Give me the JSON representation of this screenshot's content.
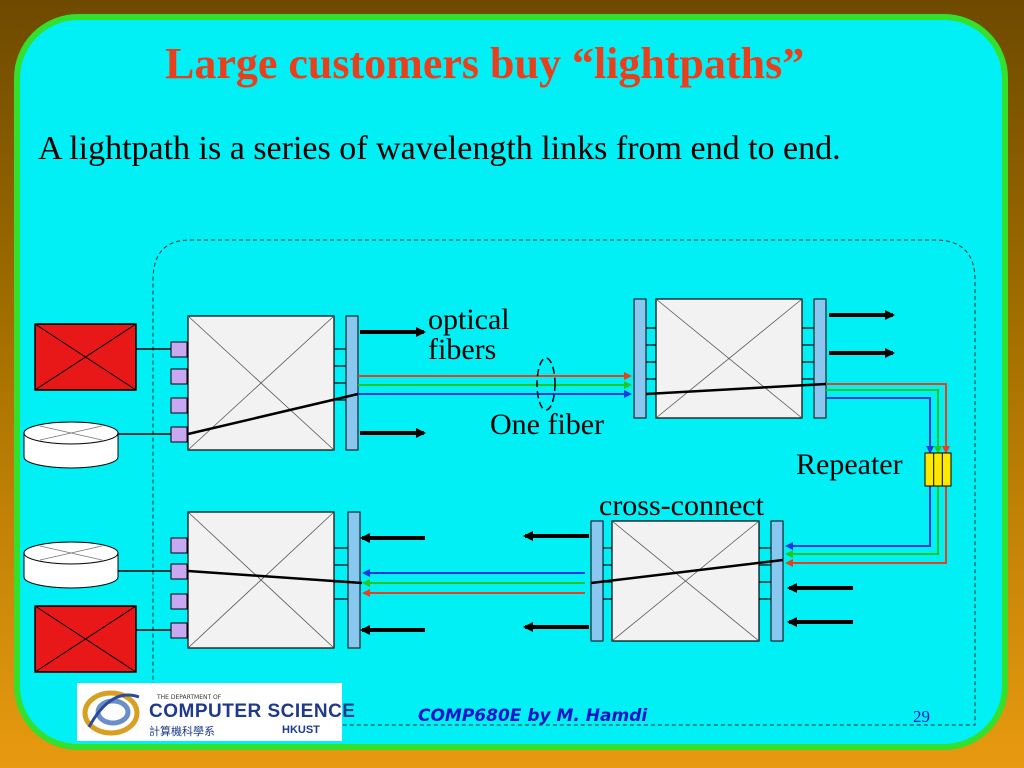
{
  "slide": {
    "title": "Large customers buy “lightpaths”",
    "subtitle": "A lightpath is a series of wavelength links from end to end."
  },
  "diagram": {
    "labels": {
      "optical_fibers_line1": "optical",
      "optical_fibers_line2": "fibers",
      "one_fiber": "One fiber",
      "repeater": "Repeater",
      "cross_connect": "cross-connect"
    },
    "colors": {
      "red_wavelength": "#e8401c",
      "green_wavelength": "#22c822",
      "blue_wavelength": "#1a3ae0",
      "router_red": "#e81818",
      "port_lavender": "#c8a8f0",
      "port_blue": "#88c8f0",
      "repeater_yellow": "#ffe800"
    }
  },
  "footer": {
    "course": "COMP680E by M. Hamdi",
    "page_number": "29"
  },
  "logo": {
    "line_small": "THE DEPARTMENT OF",
    "line_main": "COMPUTER SCIENCE",
    "line_chinese": "計算機科學系",
    "line_school": "HKUST"
  }
}
